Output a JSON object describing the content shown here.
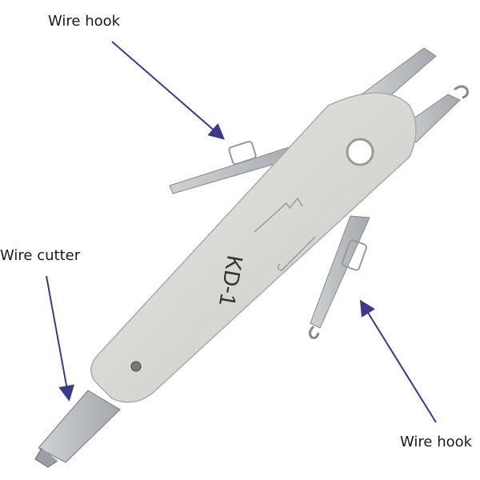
{
  "labels": {
    "top_hook": "Wire hook",
    "cutter": "Wire cutter",
    "bottom_hook": "Wire hook"
  },
  "tool": {
    "model": "KD-1"
  },
  "colors": {
    "arrow": "#3b3a8a",
    "body": "#d9d9d6",
    "metal": "#b8bcc0"
  }
}
